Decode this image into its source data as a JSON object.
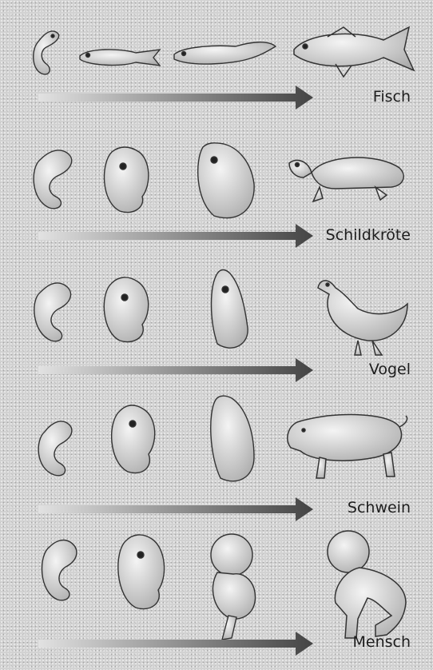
{
  "rows": [
    {
      "label": "Fisch"
    },
    {
      "label": "Schildkröte"
    },
    {
      "label": "Vogel"
    },
    {
      "label": "Schwein"
    },
    {
      "label": "Mensch"
    }
  ]
}
